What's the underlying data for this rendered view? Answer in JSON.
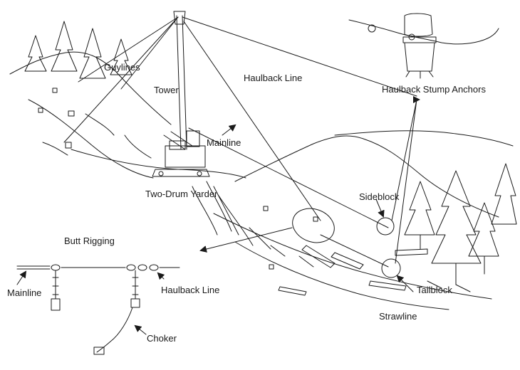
{
  "labels": {
    "guylines": "Guylines",
    "tower": "Tower",
    "haulback_line_top": "Haulback Line",
    "mainline_top": "Mainline",
    "two_drum_yarder": "Two-Drum Yarder",
    "haulback_stump_anchors": "Haulback Stump Anchors",
    "sideblock": "Sideblock",
    "tailblock": "Tailblock",
    "strawline": "Strawline",
    "butt_rigging": "Butt Rigging",
    "mainline_detail": "Mainline",
    "haulback_line_detail": "Haulback Line",
    "choker": "Choker"
  },
  "colors": {
    "ink": "#1a1a1a",
    "background": "#ffffff"
  },
  "icons": [
    "tower-icon",
    "yarder-icon",
    "stump-icon",
    "tree-icon",
    "block-icon",
    "choker-icon",
    "log-icon"
  ]
}
